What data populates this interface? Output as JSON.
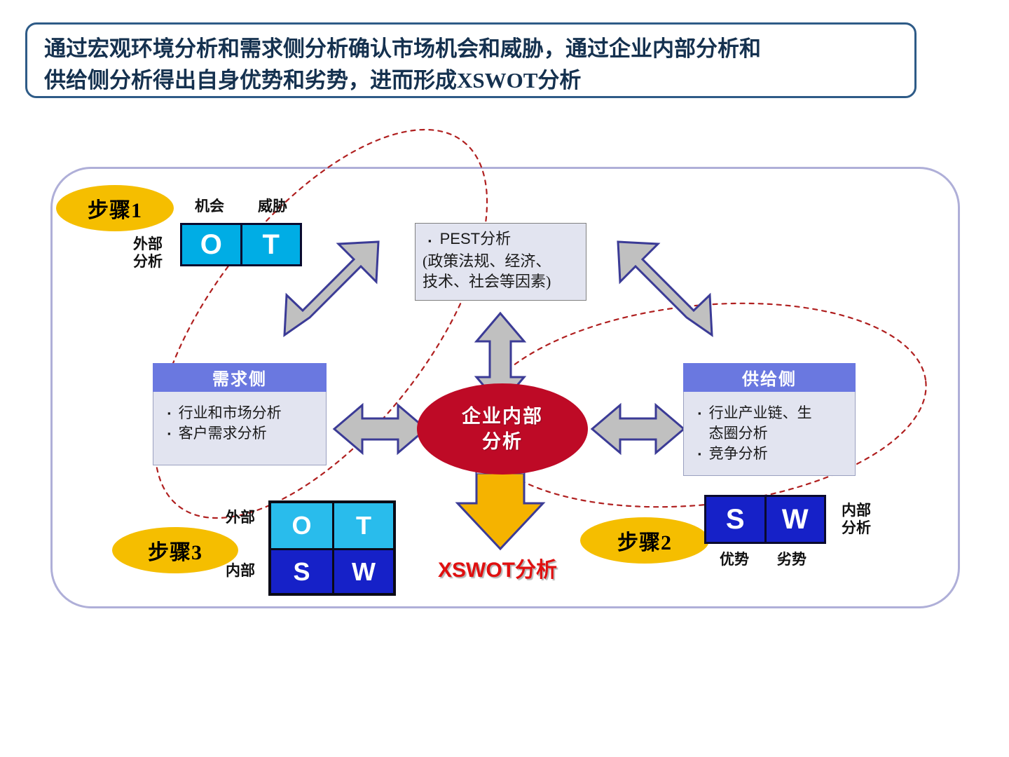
{
  "title": {
    "line1": "通过宏观环境分析和需求侧分析确认市场机会和威胁，通过企业内部分析和",
    "line2": "供给侧分析得出自身优势和劣势，进而形成XSWOT分析"
  },
  "steps": {
    "step1": "步骤1",
    "step2": "步骤2",
    "step3": "步骤3"
  },
  "labels": {
    "opportunity": "机会",
    "threat": "威胁",
    "external_1": "外部\n分析",
    "strength": "优势",
    "weakness": "劣势",
    "internal_2": "内部\n分析",
    "external_3": "外部",
    "internal_3": "内部"
  },
  "ot_strip": {
    "o": "O",
    "t": "T"
  },
  "sw_strip": {
    "s": "S",
    "w": "W"
  },
  "swot_matrix": {
    "o": "O",
    "t": "T",
    "s": "S",
    "w": "W"
  },
  "pest_box": {
    "bullet": "PEST分析",
    "detail": "(政策法规、经济、\n技术、社会等因素)"
  },
  "demand_panel": {
    "header": "需求侧",
    "bullets": [
      "行业和市场分析",
      "客户需求分析"
    ]
  },
  "supply_panel": {
    "header": "供给侧",
    "bullets": [
      "行业产业链、生\n态圈分析",
      "竞争分析"
    ]
  },
  "core": {
    "line1": "企业内部",
    "line2": "分析"
  },
  "result": {
    "caption": "XSWOT分析"
  },
  "colors": {
    "title_border": "#2E5B87",
    "frame_border": "#AFAFD8",
    "step_ellipse": "#F5BE00",
    "cyan_box": "#00ADE5",
    "cyan_matrix": "#29BCEC",
    "blue_box": "#1621C8",
    "panel_header": "#6A78E0",
    "panel_body": "#E2E4F0",
    "core_ellipse": "#BE0A26",
    "arrow_fill": "#BFBFBF",
    "arrow_stroke": "#3B3B96",
    "down_arrow_fill": "#F5B300",
    "dotted_ellipse": "#B02020",
    "result_text": "#E01010"
  }
}
